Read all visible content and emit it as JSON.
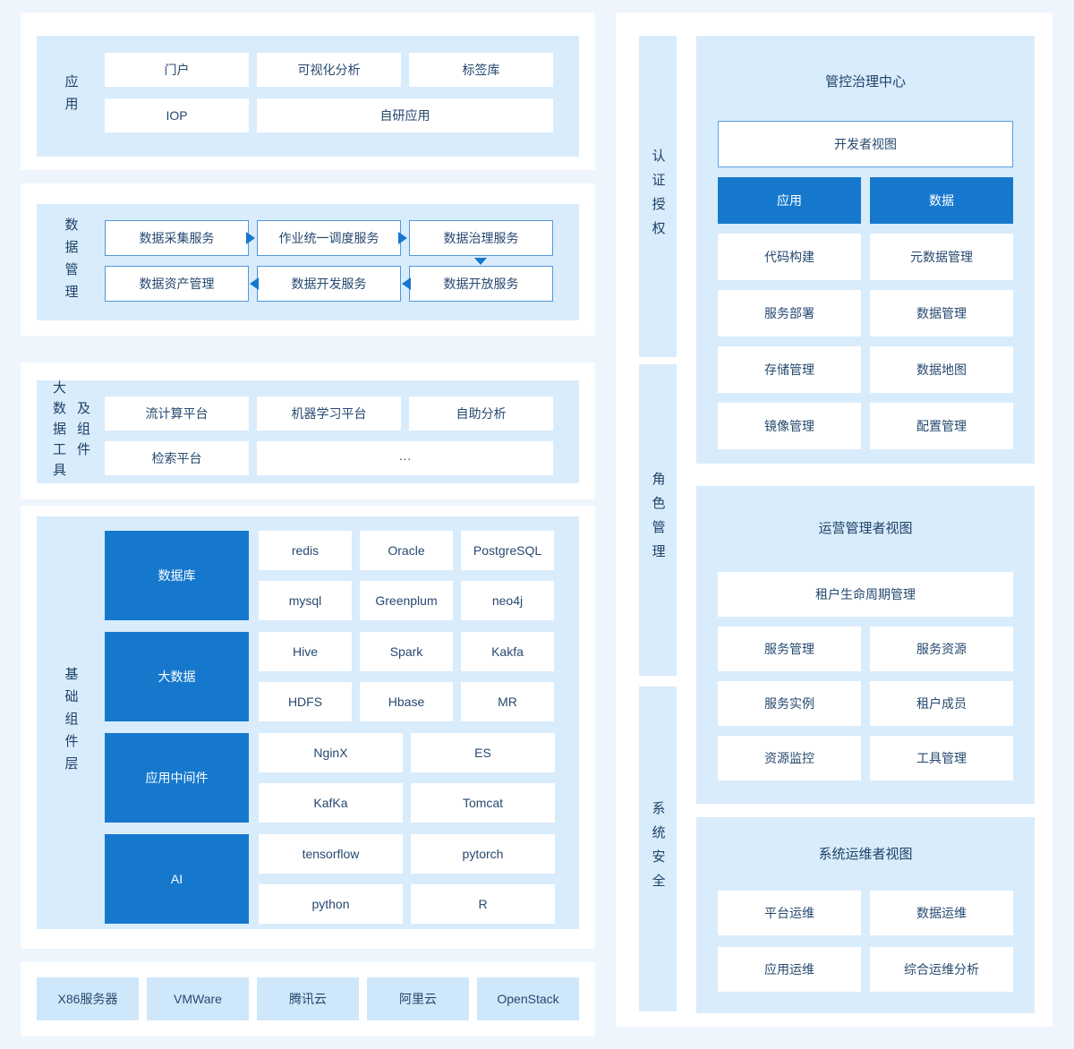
{
  "colors": {
    "page_background": "#eef5fd",
    "panel_background": "#d9ecfc",
    "primary_blue": "#1678cd",
    "card_border_blue": "#4f97dc",
    "infra_card_blue": "#cfe7fa",
    "text": "#1e4166"
  },
  "icons": {
    "flow_arrow_right": "right-pointing triangle",
    "flow_arrow_left": "left-pointing triangle",
    "flow_arrow_down": "down-pointing triangle"
  },
  "left": {
    "app": {
      "label": "应用",
      "cards": [
        "门户",
        "可视化分析",
        "标签库",
        "IOP",
        "自研应用"
      ]
    },
    "data_mgmt": {
      "label": "数据管理",
      "row1": [
        "数据采集服务",
        "作业统一调度服务",
        "数据治理服务"
      ],
      "row2": [
        "数据资产管理",
        "数据开发服务",
        "数据开放服务"
      ]
    },
    "tools": {
      "label_col1": "大数据工具",
      "label_col2": "及组件",
      "row1": [
        "流计算平台",
        "机器学习平台",
        "自助分析"
      ],
      "row2": [
        "检索平台",
        "···"
      ]
    },
    "base": {
      "label": "基础组件层",
      "groups": [
        {
          "name": "数据库",
          "items": [
            "redis",
            "Oracle",
            "PostgreSQL",
            "mysql",
            "Greenplum",
            "neo4j"
          ]
        },
        {
          "name": "大数据",
          "items": [
            "Hive",
            "Spark",
            "Kakfa",
            "HDFS",
            "Hbase",
            "MR"
          ]
        },
        {
          "name": "应用中间件",
          "items": [
            "NginX",
            "ES",
            "KafKa",
            "Tomcat"
          ]
        },
        {
          "name": "AI",
          "items": [
            "tensorflow",
            "pytorch",
            "python",
            "R"
          ]
        }
      ]
    },
    "infra": [
      "X86服务器",
      "VMWare",
      "腾讯云",
      "阿里云",
      "OpenStack"
    ]
  },
  "right": {
    "bars": [
      "认证授权",
      "角色管理",
      "系统安全"
    ],
    "governance": {
      "title": "管控治理中心",
      "view": "开发者视图",
      "col_app": {
        "header": "应用",
        "items": [
          "代码构建",
          "服务部署",
          "存储管理",
          "镜像管理"
        ]
      },
      "col_data": {
        "header": "数据",
        "items": [
          "元数据管理",
          "数据管理",
          "数据地图",
          "配置管理"
        ]
      }
    },
    "operation": {
      "title": "运营管理者视图",
      "full_card": "租户生命周期管理",
      "items": [
        "服务管理",
        "服务资源",
        "服务实例",
        "租户成员",
        "资源监控",
        "工具管理"
      ]
    },
    "ops": {
      "title": "系统运维者视图",
      "items": [
        "平台运维",
        "数据运维",
        "应用运维",
        "综合运维分析"
      ]
    }
  }
}
